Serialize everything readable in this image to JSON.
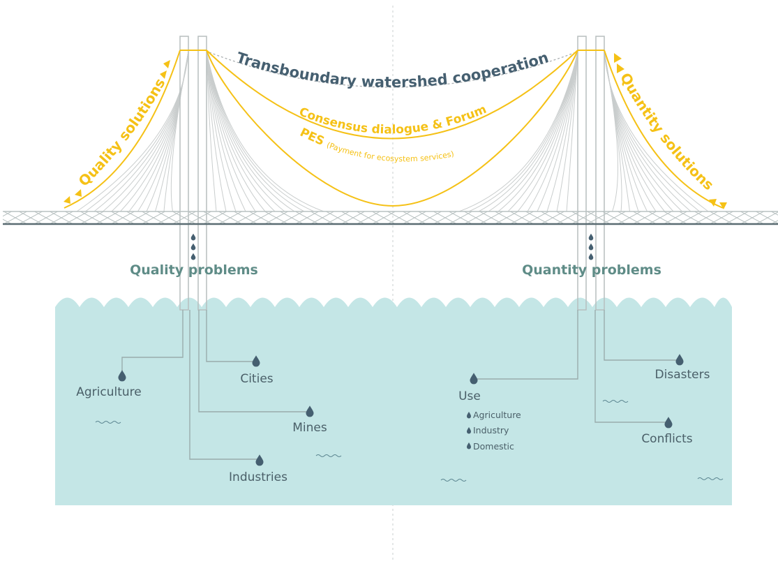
{
  "colors": {
    "slate_blue": "#455f70",
    "golden": "#f5c116",
    "water": "#c4e6e6",
    "muted_teal": "#5f8c87",
    "cable_gray": "#c9cdcd",
    "pylon_gray": "#b7bebe"
  },
  "bridge": {
    "top_curve_label": "Transboundary watershed cooperation",
    "middle_curve_label": "Consensus dialogue & Forum",
    "bottom_curve_label_main": "PES",
    "bottom_curve_label_detail": "(Payment for ecosystem services)",
    "left_side_label": "Quality solutions",
    "right_side_label": "Quantity solutions"
  },
  "problems": {
    "left_title": "Quality problems",
    "right_title": "Quantity problems"
  },
  "water": {
    "left_items": [
      "Agriculture",
      "Cities",
      "Mines",
      "Industries"
    ],
    "right_items": [
      "Use",
      "Disasters",
      "Conflicts"
    ],
    "use_subitems": [
      "Agriculture",
      "Industry",
      "Domestic"
    ]
  },
  "icons": {
    "drop": "water-drop-icon",
    "wave": "wave-icon",
    "arrow": "triangle-arrow-icon"
  }
}
